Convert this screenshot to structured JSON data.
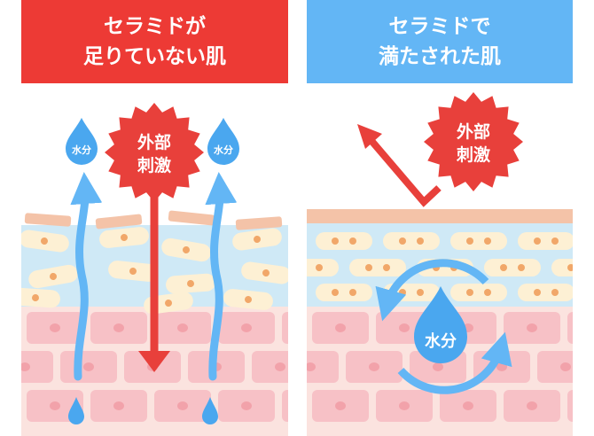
{
  "left_panel": {
    "title_line1": "セラミドが",
    "title_line2": "足りていない肌",
    "header_color": "#ed3a35",
    "stimulus_line1": "外部",
    "stimulus_line2": "刺激",
    "moisture_label": "水分"
  },
  "right_panel": {
    "title_line1": "セラミドで",
    "title_line2": "満たされた肌",
    "header_color": "#63b6f5",
    "stimulus_line1": "外部",
    "stimulus_line2": "刺激",
    "moisture_label": "水分"
  },
  "colors": {
    "red": "#e8403b",
    "blue": "#63b6f5",
    "surface": "#f4c3a8",
    "stratum_layer": "#cfe9f6",
    "dermis": "#fbe3df",
    "cell": "#f7c1c6",
    "cell_nucleus": "#f2a2aa",
    "ceramide_cell": "#fdf0d4",
    "ceramide_dot": "#f1a769"
  }
}
